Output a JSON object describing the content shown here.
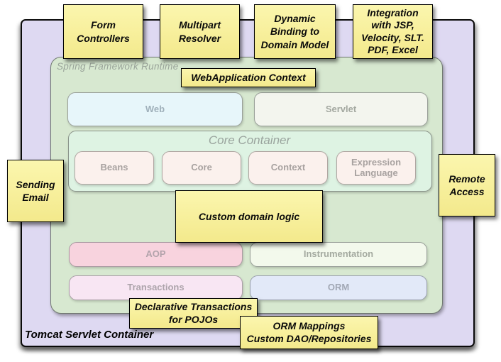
{
  "diagram": {
    "outer_container_label": "Tomcat Servlet Container",
    "runtime_label": "Spring Framework Runtime",
    "core_container_label": "Core Container",
    "modules": {
      "web": "Web",
      "servlet": "Servlet",
      "beans": "Beans",
      "core": "Core",
      "context": "Context",
      "expression_language": "Expression Language",
      "aop": "AOP",
      "instrumentation": "Instrumentation",
      "transactions": "Transactions",
      "orm": "ORM"
    },
    "notes": {
      "form_controllers": {
        "lines": [
          "Form",
          "Controllers"
        ]
      },
      "multipart_resolver": {
        "lines": [
          "Multipart",
          "Resolver"
        ]
      },
      "dynamic_binding": {
        "lines": [
          "Dynamic",
          "Binding to",
          "Domain Model"
        ]
      },
      "integration": {
        "lines": [
          "Integration",
          "with JSP,",
          "Velocity, SLT.",
          "PDF, Excel"
        ]
      },
      "webapplication_context": {
        "lines": [
          "WebApplication Context"
        ]
      },
      "sending_email": {
        "lines": [
          "Sending",
          "Email"
        ]
      },
      "remote_access": {
        "lines": [
          "Remote",
          "Access"
        ]
      },
      "custom_domain_logic": {
        "lines": [
          "Custom domain logic"
        ]
      },
      "declarative_transactions": {
        "lines": [
          "Declarative Transactions",
          "for POJOs"
        ]
      },
      "orm_mappings": {
        "lines": [
          "ORM Mappings",
          "Custom DAO/Repositories"
        ]
      }
    },
    "colors": {
      "container_purple": "#ded9f2",
      "runtime_green": "#d7e8d0",
      "core_mint": "#def3e3",
      "note_yellow": "#f7ef9b",
      "web_cyan": "#e7f6fa",
      "servlet_gray": "#f3f5ee",
      "submodule_pink": "#fbf1ed",
      "aop_pink": "#f8d3de",
      "instrumentation_green": "#f3f9ec",
      "transactions_pink": "#f8e6f3",
      "orm_blue": "#e2e9f8"
    }
  }
}
